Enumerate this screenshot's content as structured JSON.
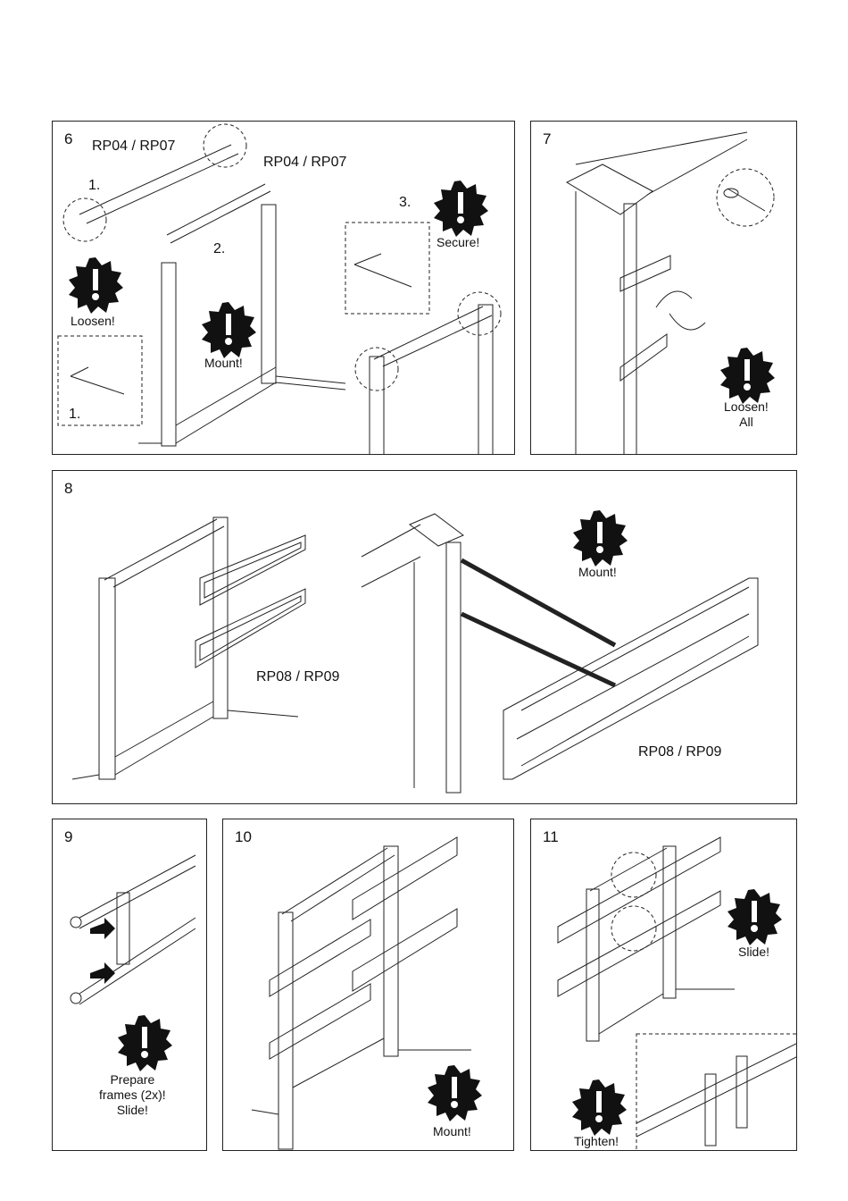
{
  "steps": [
    {
      "number": "6",
      "part_labels": [
        "RP04 /  RP07",
        "RP04 /  RP07"
      ],
      "substeps": [
        "1.",
        "2.",
        "3.",
        "1."
      ],
      "warnings": [
        "Loosen!",
        "Mount!",
        "Secure!"
      ]
    },
    {
      "number": "7",
      "warnings": [
        "Loosen!\nAll"
      ]
    },
    {
      "number": "8",
      "part_labels": [
        "RP08 /  RP09",
        "RP08 /  RP09"
      ],
      "warnings": [
        "Mount!"
      ]
    },
    {
      "number": "9",
      "warnings": [
        "Prepare\nframes (2x)!\nSlide!"
      ]
    },
    {
      "number": "10",
      "warnings": [
        "Mount!"
      ]
    },
    {
      "number": "11",
      "warnings": [
        "Slide!",
        "Tighten!"
      ]
    }
  ],
  "icons": [
    "exclamation-starburst-icon",
    "rotate-arrow-icon",
    "cable-tie-icon",
    "push-arrow-icon"
  ]
}
